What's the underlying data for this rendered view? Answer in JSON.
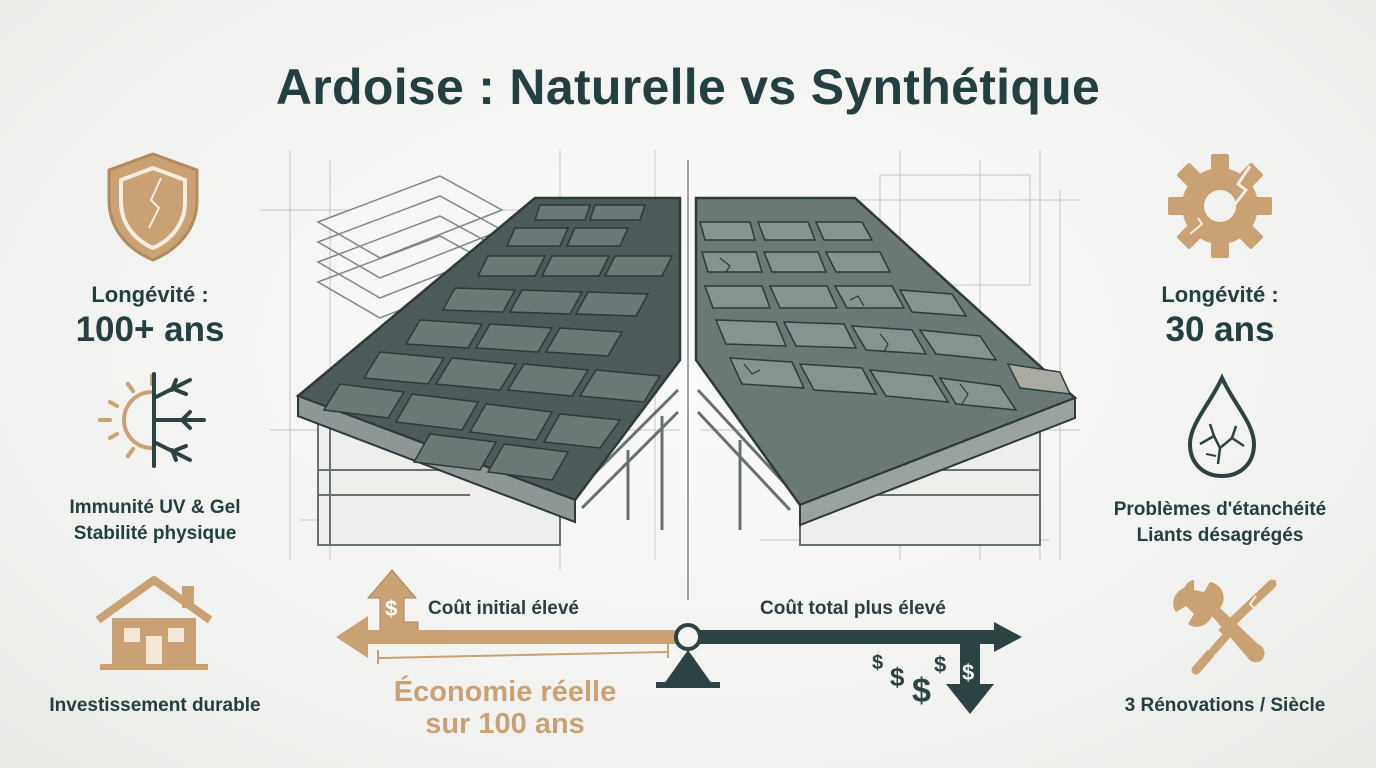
{
  "title": "Ardoise : Naturelle vs Synthétique",
  "colors": {
    "ink": "#233f40",
    "accent": "#c9a173",
    "slate": "#5b6866",
    "slate_light": "#7b8785"
  },
  "left": {
    "longevity_label": "Longévité :",
    "longevity_value": "100+ ans",
    "resistance_line1": "Immunité UV & Gel",
    "resistance_line2": "Stabilité physique",
    "investment": "Investissement durable",
    "icons": [
      "shield-icon",
      "sun-snowflake-icon",
      "house-icon"
    ]
  },
  "right": {
    "longevity_label": "Longévité :",
    "longevity_value": "30 ans",
    "problem_line1": "Problèmes d'étanchéité",
    "problem_line2": "Liants désagrégés",
    "renovations": "3 Rénovations / Siècle",
    "icons": [
      "broken-gear-icon",
      "cracked-drop-icon",
      "broken-tools-icon"
    ]
  },
  "cost": {
    "initial": "Coût initial élevé",
    "total": "Coût total plus élevé",
    "saving_line1": "Économie réelle",
    "saving_line2": "sur 100 ans",
    "dollar": "$"
  }
}
